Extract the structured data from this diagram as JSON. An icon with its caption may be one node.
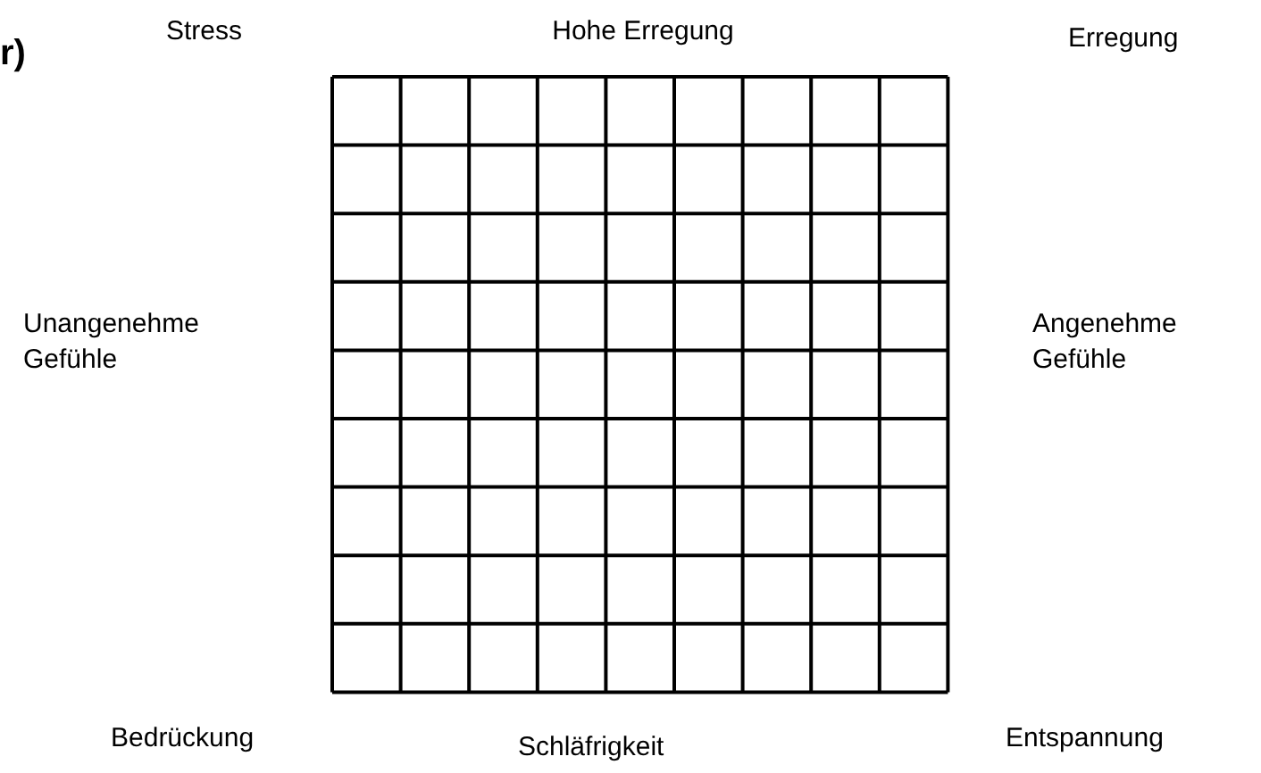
{
  "diagram": {
    "labels": [
      "r)",
      "Stress",
      "Hohe Erregung",
      "Erregung",
      "Unangenehme Gefühle",
      "Angenehme Gefühle",
      "Bedrückung",
      "Schläfrigkeit",
      "Entspannung"
    ]
  }
}
